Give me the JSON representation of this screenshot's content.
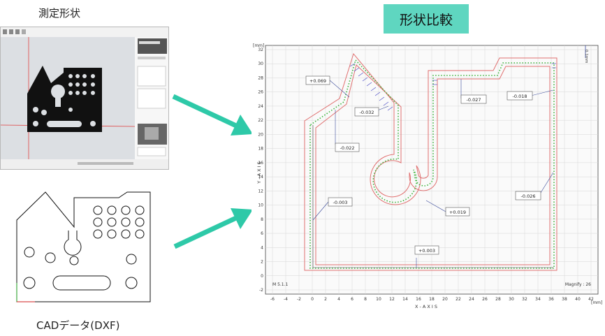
{
  "labels": {
    "measured_shape": "測定形状",
    "cad_data": "CADデータ(DXF)",
    "shape_comparison": "形状比較"
  },
  "plot": {
    "unit": "[mm]",
    "x_axis_label": "X - A X I S",
    "y_axis_label": "Y - A X I S",
    "bottom_left": "M 5.1.1",
    "bottom_right": "Magnify : 26",
    "scale_label": "0.1mm",
    "x_ticks": [
      "-6",
      "-4",
      "-2",
      "0",
      "2",
      "4",
      "6",
      "8",
      "10",
      "12",
      "14",
      "16",
      "18",
      "20",
      "22",
      "24",
      "26",
      "28",
      "30",
      "32",
      "34",
      "36",
      "38",
      "40",
      "42"
    ],
    "y_ticks": [
      "32",
      "30",
      "28",
      "26",
      "24",
      "22",
      "20",
      "18",
      "16",
      "14",
      "12",
      "10",
      "8",
      "6",
      "4",
      "2",
      "0",
      "-2"
    ],
    "deviations": [
      "+0.069",
      "-0.032",
      "-0.022",
      "-0.027",
      "-0.018",
      "-0.003",
      "-0.026",
      "+0.019",
      "+0.003"
    ]
  },
  "colors": {
    "accent": "#5fd6c0",
    "arrow": "#2ec9a8",
    "nominal_outline": "#e07070",
    "measured_points": "#3cb43c",
    "grid": "#d6d6d6"
  }
}
